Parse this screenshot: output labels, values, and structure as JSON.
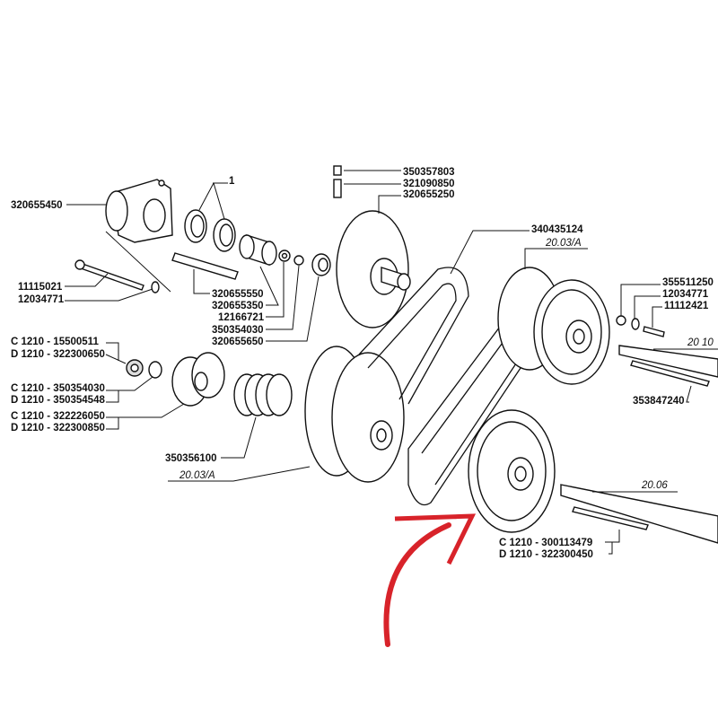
{
  "diagram": {
    "arrow_color": "#d8232a",
    "labels": {
      "group_1": "1",
      "housing": "320655450",
      "bolt": "11115021",
      "bolt_washer": "12034771",
      "tube": "320655550",
      "bush": "320655350",
      "nut_small": "12166721",
      "washer_small": "350354030",
      "spring_cup": "320655650",
      "c_nut": "C 1210 - 15500511",
      "d_nut": "D 1210 - 322300650",
      "c_washer": "C 1210 - 350354030",
      "d_washer": "D 1210 - 350354548",
      "c_cup": "C 1210 - 322226050",
      "d_cup": "D 1210 - 322300850",
      "spring": "350356100",
      "ref_left": "20.03/A",
      "grease_nipple": "350357803",
      "nipple_adapter": "321090850",
      "pulley_half": "320655250",
      "belt": "340435124",
      "ref_right": "20.03/A",
      "spacer": "355511250",
      "washer_right": "12034771",
      "screw_right": "11112421",
      "ref_shaft_upper": "20 10",
      "key_upper": "353847240",
      "ref_shaft_lower": "20.06",
      "c_key": "C 1210 - 300113479",
      "d_key": "D 1210 - 322300450"
    }
  }
}
